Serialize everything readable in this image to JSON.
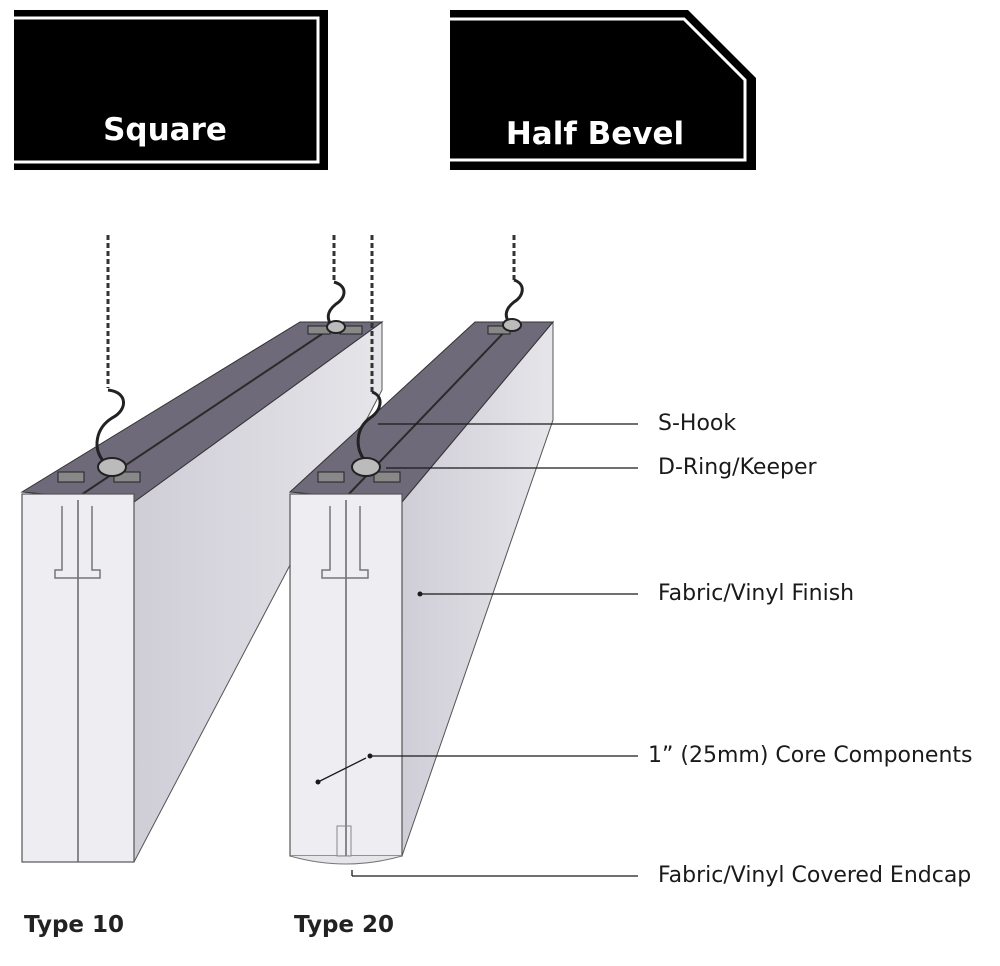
{
  "profiles": {
    "square_label": "Square",
    "half_bevel_label": "Half Bevel"
  },
  "callouts": {
    "s_hook": "S-Hook",
    "d_ring": "D-Ring/Keeper",
    "finish": "Fabric/Vinyl Finish",
    "core": "1” (25mm) Core Components",
    "endcap": "Fabric/Vinyl Covered Endcap"
  },
  "types": {
    "type10": "Type 10",
    "type20": "Type 20"
  },
  "colors": {
    "profile_fill": "#000000",
    "panel_top": "#6e6a7a",
    "panel_side": "#d9d7df",
    "panel_front": "#eeeef2",
    "line": "#1a1a1a"
  }
}
